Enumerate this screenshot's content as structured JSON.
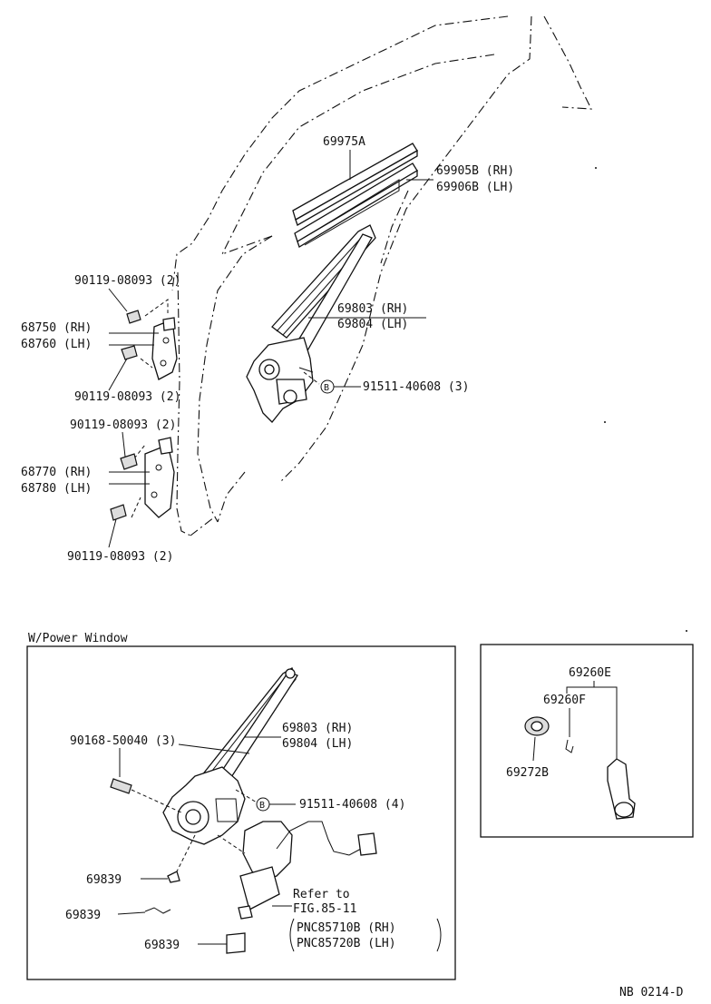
{
  "door": {
    "channel_label": "69975A",
    "run_rh": "69905B (RH)",
    "run_lh": "69906B (LH)",
    "regulator_rh": "69803 (RH)",
    "regulator_lh": "69804 (LH)",
    "regulator_bolt": "91511-40608 (3)",
    "bolt_a": "90119-08093 (2)",
    "hinge_upper_rh": "68750 (RH)",
    "hinge_upper_lh": "68760 (LH)",
    "bolt_b": "90119-08093 (2)",
    "bolt_c": "90119-08093 (2)",
    "hinge_lower_rh": "68770 (RH)",
    "hinge_lower_lh": "68780 (LH)",
    "bolt_d": "90119-08093 (2)",
    "b_marker": "B"
  },
  "power_window": {
    "title": "W/Power Window",
    "screw": "90168-50040 (3)",
    "regulator_rh": "69803 (RH)",
    "regulator_lh": "69804 (LH)",
    "regulator_bolt": "91511-40608 (4)",
    "clip_1": "69839",
    "clip_2": "69839",
    "clip_3": "69839",
    "refer_1": "Refer to",
    "refer_2": "FIG.85-11",
    "refer_3": "PNC85710B (RH)",
    "refer_4": "PNC85720B (LH)",
    "b_marker": "B"
  },
  "handle_box": {
    "handle_assy": "69260E",
    "handle": "69260F",
    "plate": "69272B"
  },
  "footer": {
    "code": "NB 0214-D"
  }
}
